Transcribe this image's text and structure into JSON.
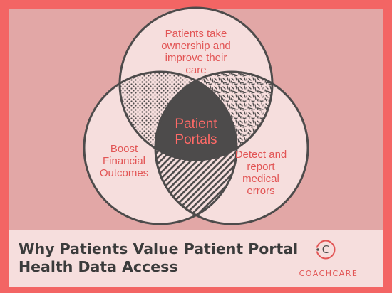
{
  "diagram": {
    "top_circle_lines": [
      "Patients take",
      "ownership and",
      "improve their",
      "care"
    ],
    "left_circle_lines": [
      "Boost",
      "Financial",
      "Outcomes"
    ],
    "right_circle_lines": [
      "Detect and",
      "report",
      "medical",
      "errors"
    ],
    "center_lines": [
      "Patient",
      "Portals"
    ]
  },
  "footer": {
    "title_line1": "Why Patients Value Patient Portal",
    "title_line2": "Health Data Access"
  },
  "brand": {
    "logo_letter": "C",
    "name": "COACHCARE"
  },
  "colors": {
    "frame": "#f36564",
    "background": "#e2a7a6",
    "circle_fill": "#f6dedd",
    "outline": "#4d4b4b",
    "label": "#e25555",
    "center_text": "#ff6a67"
  }
}
